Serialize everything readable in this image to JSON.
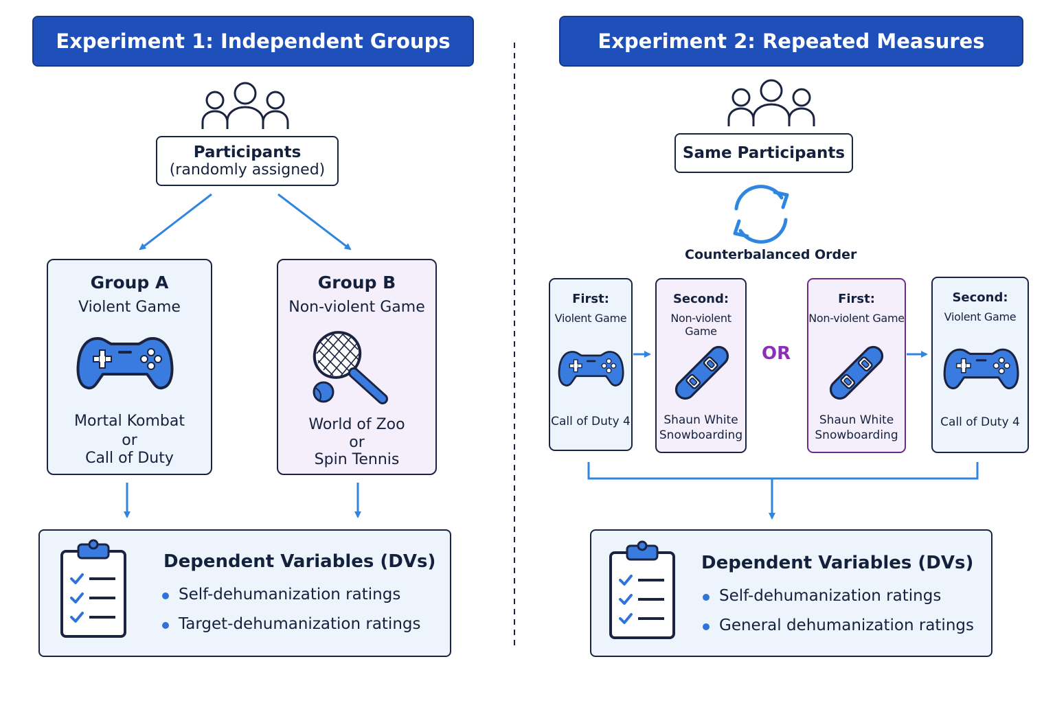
{
  "experiment1": {
    "title": "Experiment 1: Independent Groups",
    "participants": {
      "label": "Participants",
      "note": "(randomly assigned)"
    },
    "group_a": {
      "title": "Group A",
      "condition": "Violent Game",
      "icon": "gamepad-icon",
      "game1": "Mortal Kombat",
      "or": "or",
      "game2": "Call of Duty"
    },
    "group_b": {
      "title": "Group B",
      "condition": "Non-violent Game",
      "icon": "tennis-racket-icon",
      "game1": "World of Zoo",
      "or": "or",
      "game2": "Spin Tennis"
    },
    "dvs": {
      "title": "Dependent Variables (DVs)",
      "items": [
        "Self-dehumanization ratings",
        "Target-dehumanization ratings"
      ]
    }
  },
  "experiment2": {
    "title": "Experiment 2: Repeated Measures",
    "participants": {
      "label": "Same Participants"
    },
    "counterbalance_label": "Counterbalanced Order",
    "or_label": "OR",
    "cards": [
      {
        "order": "First:",
        "condition": "Violent Game",
        "icon": "gamepad-icon",
        "game_line1": "Call of Duty 4",
        "game_line2": ""
      },
      {
        "order": "Second:",
        "condition": "Non-violent Game",
        "icon": "snowboard-icon",
        "game_line1": "Shaun White",
        "game_line2": "Snowboarding"
      },
      {
        "order": "First:",
        "condition": "Non-violent Game",
        "icon": "snowboard-icon",
        "game_line1": "Shaun White",
        "game_line2": "Snowboarding"
      },
      {
        "order": "Second:",
        "condition": "Violent Game",
        "icon": "gamepad-icon",
        "game_line1": "Call of Duty 4",
        "game_line2": ""
      }
    ],
    "dvs": {
      "title": "Dependent Variables (DVs)",
      "items": [
        "Self-dehumanization ratings",
        "General dehumanization ratings"
      ]
    }
  },
  "colors": {
    "header_blue": "#1f4fb8",
    "arrow_blue": "#2f86e0",
    "icon_blue": "#3a7be0",
    "outline_navy": "#1a2340",
    "or_purple": "#8b2fb8"
  }
}
